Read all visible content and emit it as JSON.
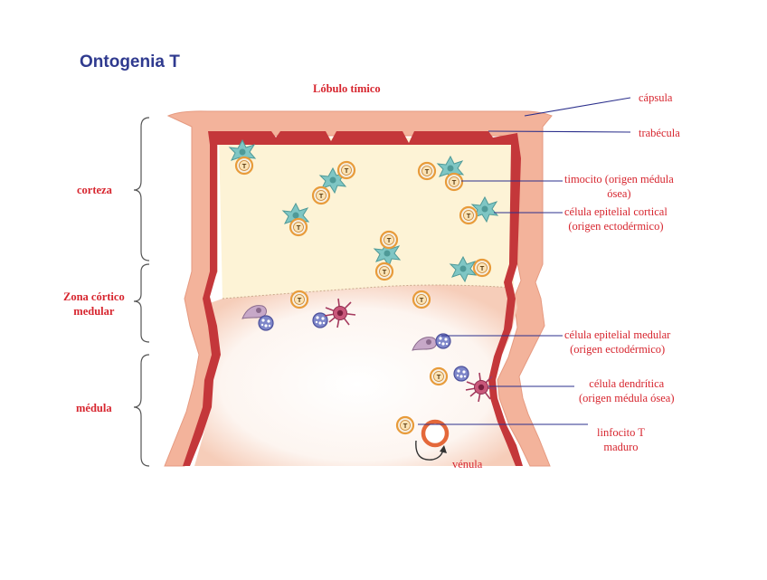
{
  "title": "Ontogenia T",
  "diagram": {
    "lobule_label": "Lóbulo tímico",
    "zones": {
      "cortex": "corteza",
      "cortico_medullary_1": "Zona córtico",
      "cortico_medullary_2": "medular",
      "medulla": "médula"
    },
    "callouts": {
      "capsule": "cápsula",
      "trabecula": "trabécula",
      "thymocyte_1": "timocito (origen médula",
      "thymocyte_2": "ósea)",
      "cortical_epithelial_1": "célula epitelial cortical",
      "cortical_epithelial_2": "(origen ectodérmico)",
      "medullary_epithelial_1": "célula epitelial medular",
      "medullary_epithelial_2": "(origen ectodérmico)",
      "dendritic_1": "célula dendrítica",
      "dendritic_2": "(origen médula ósea)",
      "mature_lymphocyte_1": "linfocito T",
      "mature_lymphocyte_2": "maduro",
      "venule": "vénula"
    },
    "cell_marker": "T",
    "colors": {
      "title": "#2f3a8f",
      "labels": "#d7262f",
      "leader_lines": "#2b2f8c",
      "capsule": "#f2b39b",
      "trabecula": "#c4373a",
      "cortex_fill": "#fdf3d6",
      "medulla_fill": "#fbeee6",
      "t_cell": "#f3b25c",
      "epithelial_cortical": "#7fc6c4",
      "epithelial_medullary": "#c7a8c8",
      "dendritic": "#b04a6a",
      "venule": "#e4683a"
    }
  }
}
